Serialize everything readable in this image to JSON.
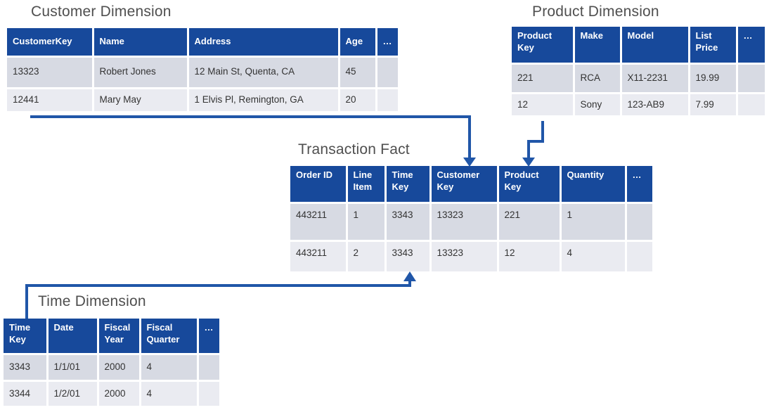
{
  "page": {
    "background": "#FFFFFF"
  },
  "colors": {
    "header_fill": "#17499B",
    "header_text": "#FFFFFF",
    "row_dark": "#D7DAE3",
    "row_light": "#EAEBF1",
    "arrow": "#2056A8",
    "title_text": "#4F4F4F",
    "cell_text": "#333333"
  },
  "tables": {
    "customer": {
      "title": "Customer Dimension",
      "columns": [
        "CustomerKey",
        "Name",
        "Address",
        "Age",
        "…"
      ],
      "rows": [
        [
          "13323",
          "Robert Jones",
          "12 Main St, Quenta, CA",
          "45",
          ""
        ],
        [
          "12441",
          "Mary May",
          "1 Elvis Pl, Remington, GA",
          "20",
          ""
        ]
      ]
    },
    "product": {
      "title": "Product Dimension",
      "columns": [
        "Product Key",
        "Make",
        "Model",
        "List Price",
        "…"
      ],
      "rows": [
        [
          "221",
          "RCA",
          "X11-2231",
          "19.99",
          ""
        ],
        [
          "12",
          "Sony",
          "123-AB9",
          "7.99",
          ""
        ]
      ]
    },
    "fact": {
      "title": "Transaction Fact",
      "columns": [
        "Order ID",
        "Line Item",
        "Time Key",
        "Customer Key",
        "Product Key",
        "Quantity",
        "…"
      ],
      "rows": [
        [
          "443211",
          "1",
          "3343",
          "13323",
          "221",
          "1",
          ""
        ],
        [
          "443211",
          "2",
          "3343",
          "13323",
          "12",
          "4",
          ""
        ]
      ]
    },
    "time": {
      "title": "Time Dimension",
      "columns": [
        "Time Key",
        "Date",
        "Fiscal Year",
        "Fiscal Quarter",
        "…"
      ],
      "rows": [
        [
          "3343",
          "1/1/01",
          "2000",
          "4",
          ""
        ],
        [
          "3344",
          "1/2/01",
          "2000",
          "4",
          ""
        ]
      ]
    }
  },
  "relationships": [
    {
      "from": "Customer Dimension",
      "to": "Transaction Fact",
      "key": "Customer Key"
    },
    {
      "from": "Product Dimension",
      "to": "Transaction Fact",
      "key": "Product Key"
    },
    {
      "from": "Time Dimension",
      "to": "Transaction Fact",
      "key": "Time Key"
    }
  ]
}
